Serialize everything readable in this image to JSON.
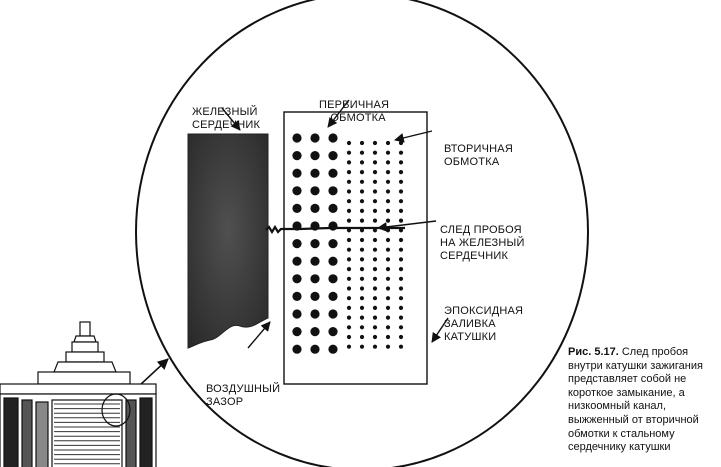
{
  "labels": {
    "iron_core": [
      "ЖЕЛЕЗНЫЙ",
      "СЕРДЕЧНИК"
    ],
    "primary": [
      "ПЕРВИЧНАЯ",
      "ОБМОТКА"
    ],
    "secondary": [
      "ВТОРИЧНАЯ",
      "ОБМОТКА"
    ],
    "trace": [
      "СЛЕД ПРОБОЯ",
      "НА ЖЕЛЕЗНЫЙ",
      "СЕРДЕЧНИК"
    ],
    "epoxy": [
      "ЭПОКСИДНАЯ",
      "ЗАЛИВКА",
      "КАТУШКИ"
    ],
    "air_gap": [
      "ВОЗДУШНЫЙ",
      "ЗАЗОР"
    ]
  },
  "caption": {
    "figure": "Рис. 5.17.",
    "text": "След пробоя внутри катушки зажигания представляет собой не короткое замыкание, а низкоомный канал, выжженный от вторичной обмотки к стальному сердечнику катушки"
  },
  "colors": {
    "ink": "#111111",
    "core": "#3a3a3a",
    "paper": "#ffffff"
  }
}
